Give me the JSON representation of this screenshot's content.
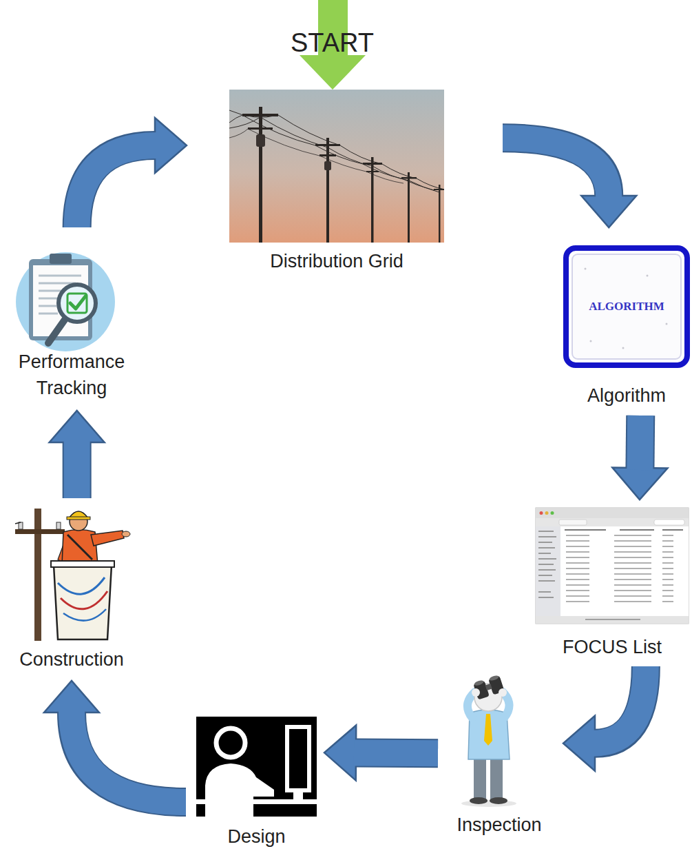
{
  "diagram": {
    "nodes": [
      {
        "text": [
          "Distribution Grid"
        ]
      },
      {
        "text": [
          "ALGORITHM",
          "Algorithm"
        ]
      },
      {
        "text": [
          "FOCUS List"
        ]
      },
      {
        "text": [
          "Inspection"
        ]
      },
      {
        "text": [
          "Design"
        ]
      },
      {
        "text": [
          "Construction"
        ]
      },
      {
        "text": [
          "Performance Tracking"
        ]
      }
    ],
    "edges": [
      {
        "from": 0,
        "to": 1,
        "arrow": "to"
      },
      {
        "from": 1,
        "to": 2,
        "arrow": "to"
      },
      {
        "from": 2,
        "to": 3,
        "arrow": "to"
      },
      {
        "from": 3,
        "to": 4,
        "arrow": "to"
      },
      {
        "from": 4,
        "to": 5,
        "arrow": "to"
      },
      {
        "from": 5,
        "to": 6,
        "arrow": "to"
      },
      {
        "from": 6,
        "to": 0,
        "arrow": "to"
      }
    ],
    "labels": [
      "START"
    ]
  }
}
